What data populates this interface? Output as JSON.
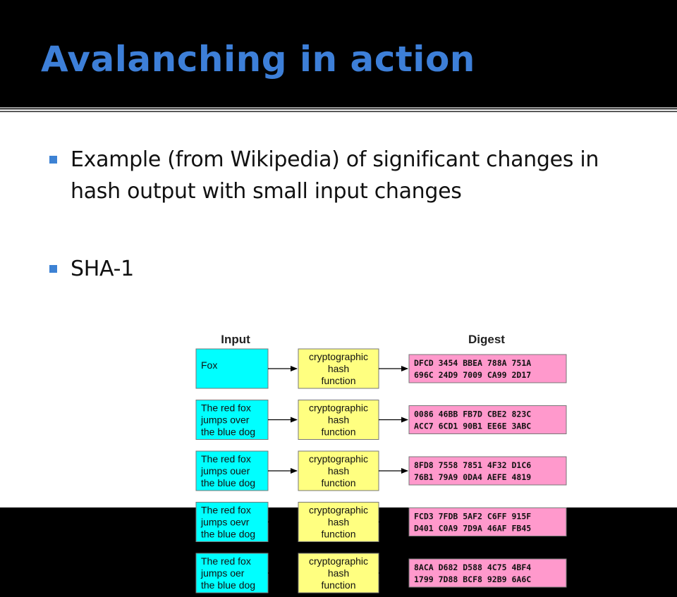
{
  "slide": {
    "title": "Avalanching in action",
    "bullets": [
      "Example (from Wikipedia) of significant changes in hash output with small input changes",
      "SHA-1"
    ]
  },
  "diagram": {
    "headers": {
      "input": "Input",
      "digest": "Digest"
    },
    "function_label": [
      "cryptographic",
      "hash",
      "function"
    ],
    "colors": {
      "input": "#00ffff",
      "function": "#ffff80",
      "digest": "#ff99cc"
    },
    "rows": [
      {
        "input_lines": [
          "Fox"
        ],
        "digest_lines": [
          "DFCD 3454 BBEA 788A 751A",
          "696C 24D9 7009 CA99 2D17"
        ]
      },
      {
        "input_lines": [
          "The red fox",
          "jumps over",
          "the blue dog"
        ],
        "digest_lines": [
          "0086 46BB FB7D CBE2 823C",
          "ACC7 6CD1 90B1 EE6E 3ABC"
        ]
      },
      {
        "input_lines": [
          "The red fox",
          "jumps ouer",
          "the blue dog"
        ],
        "digest_lines": [
          "8FD8 7558 7851 4F32 D1C6",
          "76B1 79A9 0DA4 AEFE 4819"
        ]
      },
      {
        "input_lines": [
          "The red fox",
          "jumps oevr",
          "the blue dog"
        ],
        "digest_lines": [
          "FCD3 7FDB 5AF2 C6FF 915F",
          "D401 C0A9 7D9A 46AF FB45"
        ]
      },
      {
        "input_lines": [
          "The red fox",
          "jumps oer",
          "the blue dog"
        ],
        "digest_lines": [
          "8ACA D682 D588 4C75 4BF4",
          "1799 7D88 BCF8 92B9 6A6C"
        ]
      }
    ]
  }
}
